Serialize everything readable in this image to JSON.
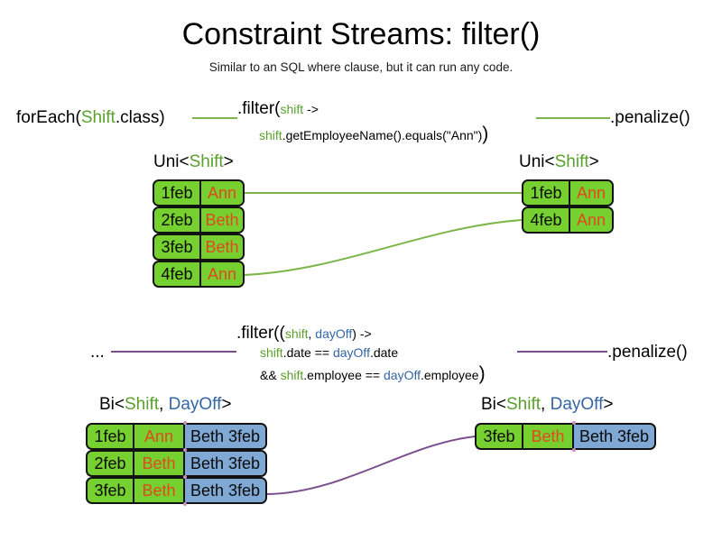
{
  "page": {
    "title": "Constraint Streams: filter()",
    "subtitle": "Similar to an SQL where clause, but it can run any code."
  },
  "colors": {
    "shift_green": "#5aa02c",
    "dayoff_blue": "#3465a4",
    "box_green": "#76d130",
    "box_blue": "#7fa8d4",
    "name_orange": "#e0491d",
    "wire_green": "#7ab648",
    "wire_purple": "#7b4f8e",
    "outline": "#111111"
  },
  "uni_section": {
    "source_label": {
      "prefix": "forEach(",
      "type": "Shift",
      "suffix": ".class)"
    },
    "filter_label": {
      "line1_head": ".filter(",
      "line1_param": "shift",
      "line1_tail": " ->",
      "line2_var": "shift",
      "line2_body": ".getEmployeeName().equals(\"Ann\")",
      "line2_close": ")"
    },
    "penalize_label": ".penalize()",
    "input_stream_label": {
      "prefix": "Uni<",
      "type": "Shift",
      "suffix": ">"
    },
    "output_stream_label": {
      "prefix": "Uni<",
      "type": "Shift",
      "suffix": ">"
    },
    "input_facts": [
      {
        "date": "1feb",
        "name": "Ann"
      },
      {
        "date": "2feb",
        "name": "Beth"
      },
      {
        "date": "3feb",
        "name": "Beth"
      },
      {
        "date": "4feb",
        "name": "Ann"
      }
    ],
    "output_facts": [
      {
        "date": "1feb",
        "name": "Ann"
      },
      {
        "date": "4feb",
        "name": "Ann"
      }
    ]
  },
  "bi_section": {
    "source_label": "...",
    "filter_label": {
      "line1_head": ".filter((",
      "line1_param1": "shift",
      "line1_comma": ", ",
      "line1_param2": "dayOff",
      "line1_tail": ") ->",
      "line2_var1": "shift",
      "line2_mid": ".date == ",
      "line2_var2": "dayOff",
      "line2_end": ".date",
      "line3_prefix": "&& ",
      "line3_var1": "shift",
      "line3_mid": ".employee == ",
      "line3_var2": "dayOff",
      "line3_end": ".employee",
      "line3_close": ")"
    },
    "penalize_label": ".penalize()",
    "input_stream_label": {
      "prefix": "Bi<",
      "type1": "Shift",
      "comma": ", ",
      "type2": "DayOff",
      "suffix": ">"
    },
    "output_stream_label": {
      "prefix": "Bi<",
      "type1": "Shift",
      "comma": ", ",
      "type2": "DayOff",
      "suffix": ">"
    },
    "input_facts": [
      {
        "date": "1feb",
        "name": "Ann",
        "dayoff": "Beth 3feb"
      },
      {
        "date": "2feb",
        "name": "Beth",
        "dayoff": "Beth 3feb"
      },
      {
        "date": "3feb",
        "name": "Beth",
        "dayoff": "Beth 3feb"
      }
    ],
    "output_facts": [
      {
        "date": "3feb",
        "name": "Beth",
        "dayoff": "Beth 3feb"
      }
    ]
  }
}
